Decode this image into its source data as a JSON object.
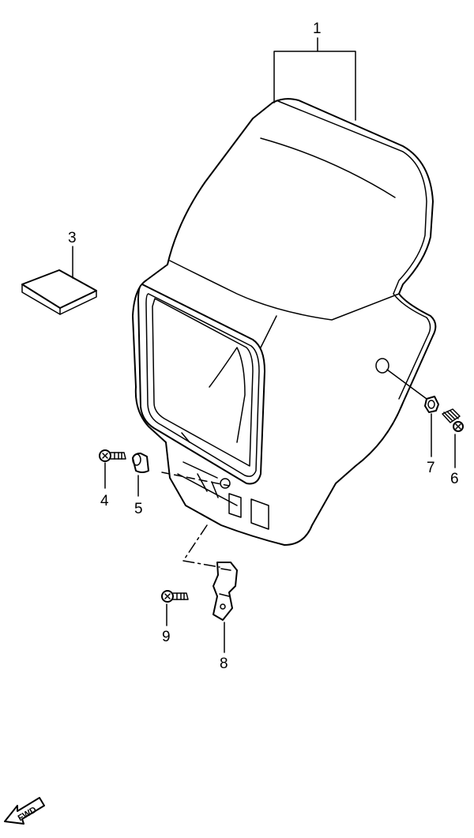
{
  "callouts": [
    {
      "id": "1",
      "label": "1"
    },
    {
      "id": "3",
      "label": "3"
    },
    {
      "id": "4",
      "label": "4"
    },
    {
      "id": "5",
      "label": "5"
    },
    {
      "id": "6",
      "label": "6"
    },
    {
      "id": "7",
      "label": "7"
    },
    {
      "id": "8",
      "label": "8"
    },
    {
      "id": "9",
      "label": "9"
    }
  ],
  "direction_badge": {
    "label": "FWD"
  }
}
